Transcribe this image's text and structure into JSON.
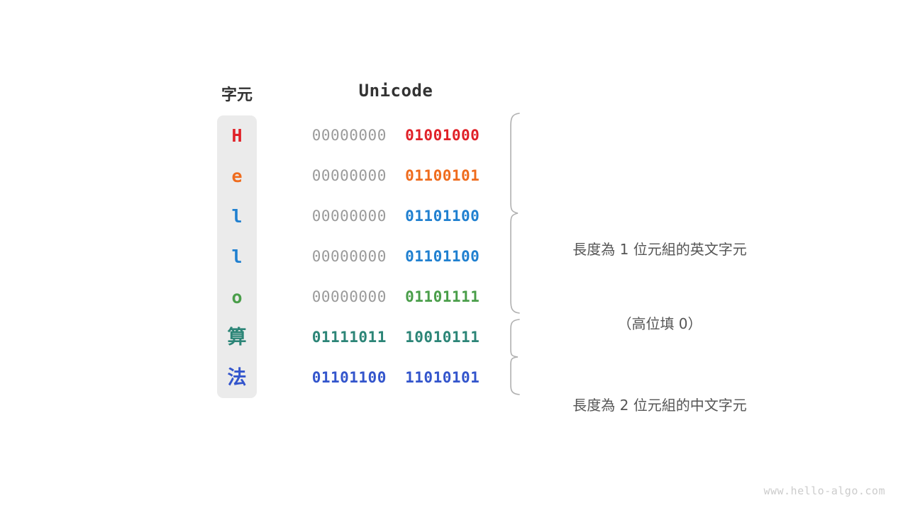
{
  "headers": {
    "character": "字元",
    "unicode": "Unicode"
  },
  "colors": {
    "chip_background": "#ebebeb",
    "high_byte": "#9a9a9a",
    "header_text": "#333333",
    "note_text": "#555555",
    "brace": "#b0b0b0",
    "watermark": "#cccccc",
    "page_background": "#ffffff"
  },
  "rows": [
    {
      "char": "H",
      "script": "latin",
      "color": "#e02128",
      "high_byte": "00000000",
      "low_byte": "01001000",
      "group": "one-byte"
    },
    {
      "char": "e",
      "script": "latin",
      "color": "#ef6c1e",
      "high_byte": "00000000",
      "low_byte": "01100101",
      "group": "one-byte"
    },
    {
      "char": "l",
      "script": "latin",
      "color": "#2080d0",
      "high_byte": "00000000",
      "low_byte": "01101100",
      "group": "one-byte"
    },
    {
      "char": "l",
      "script": "latin",
      "color": "#2080d0",
      "high_byte": "00000000",
      "low_byte": "01101100",
      "group": "one-byte"
    },
    {
      "char": "o",
      "script": "latin",
      "color": "#4a9e4a",
      "high_byte": "00000000",
      "low_byte": "01101111",
      "group": "one-byte"
    },
    {
      "char": "算",
      "script": "cjk",
      "color": "#2c8577",
      "high_byte": "01111011",
      "low_byte": "10010111",
      "group": "two-byte"
    },
    {
      "char": "法",
      "script": "cjk",
      "color": "#3355cc",
      "high_byte": "01101100",
      "low_byte": "11010101",
      "group": "two-byte"
    }
  ],
  "annotations": [
    {
      "line1": "長度為 1 位元組的英文字元",
      "line2": "（高位填 0）"
    },
    {
      "line1": "長度為 2 位元組的中文字元",
      "line2": ""
    }
  ],
  "watermark": "www.hello-algo.com"
}
